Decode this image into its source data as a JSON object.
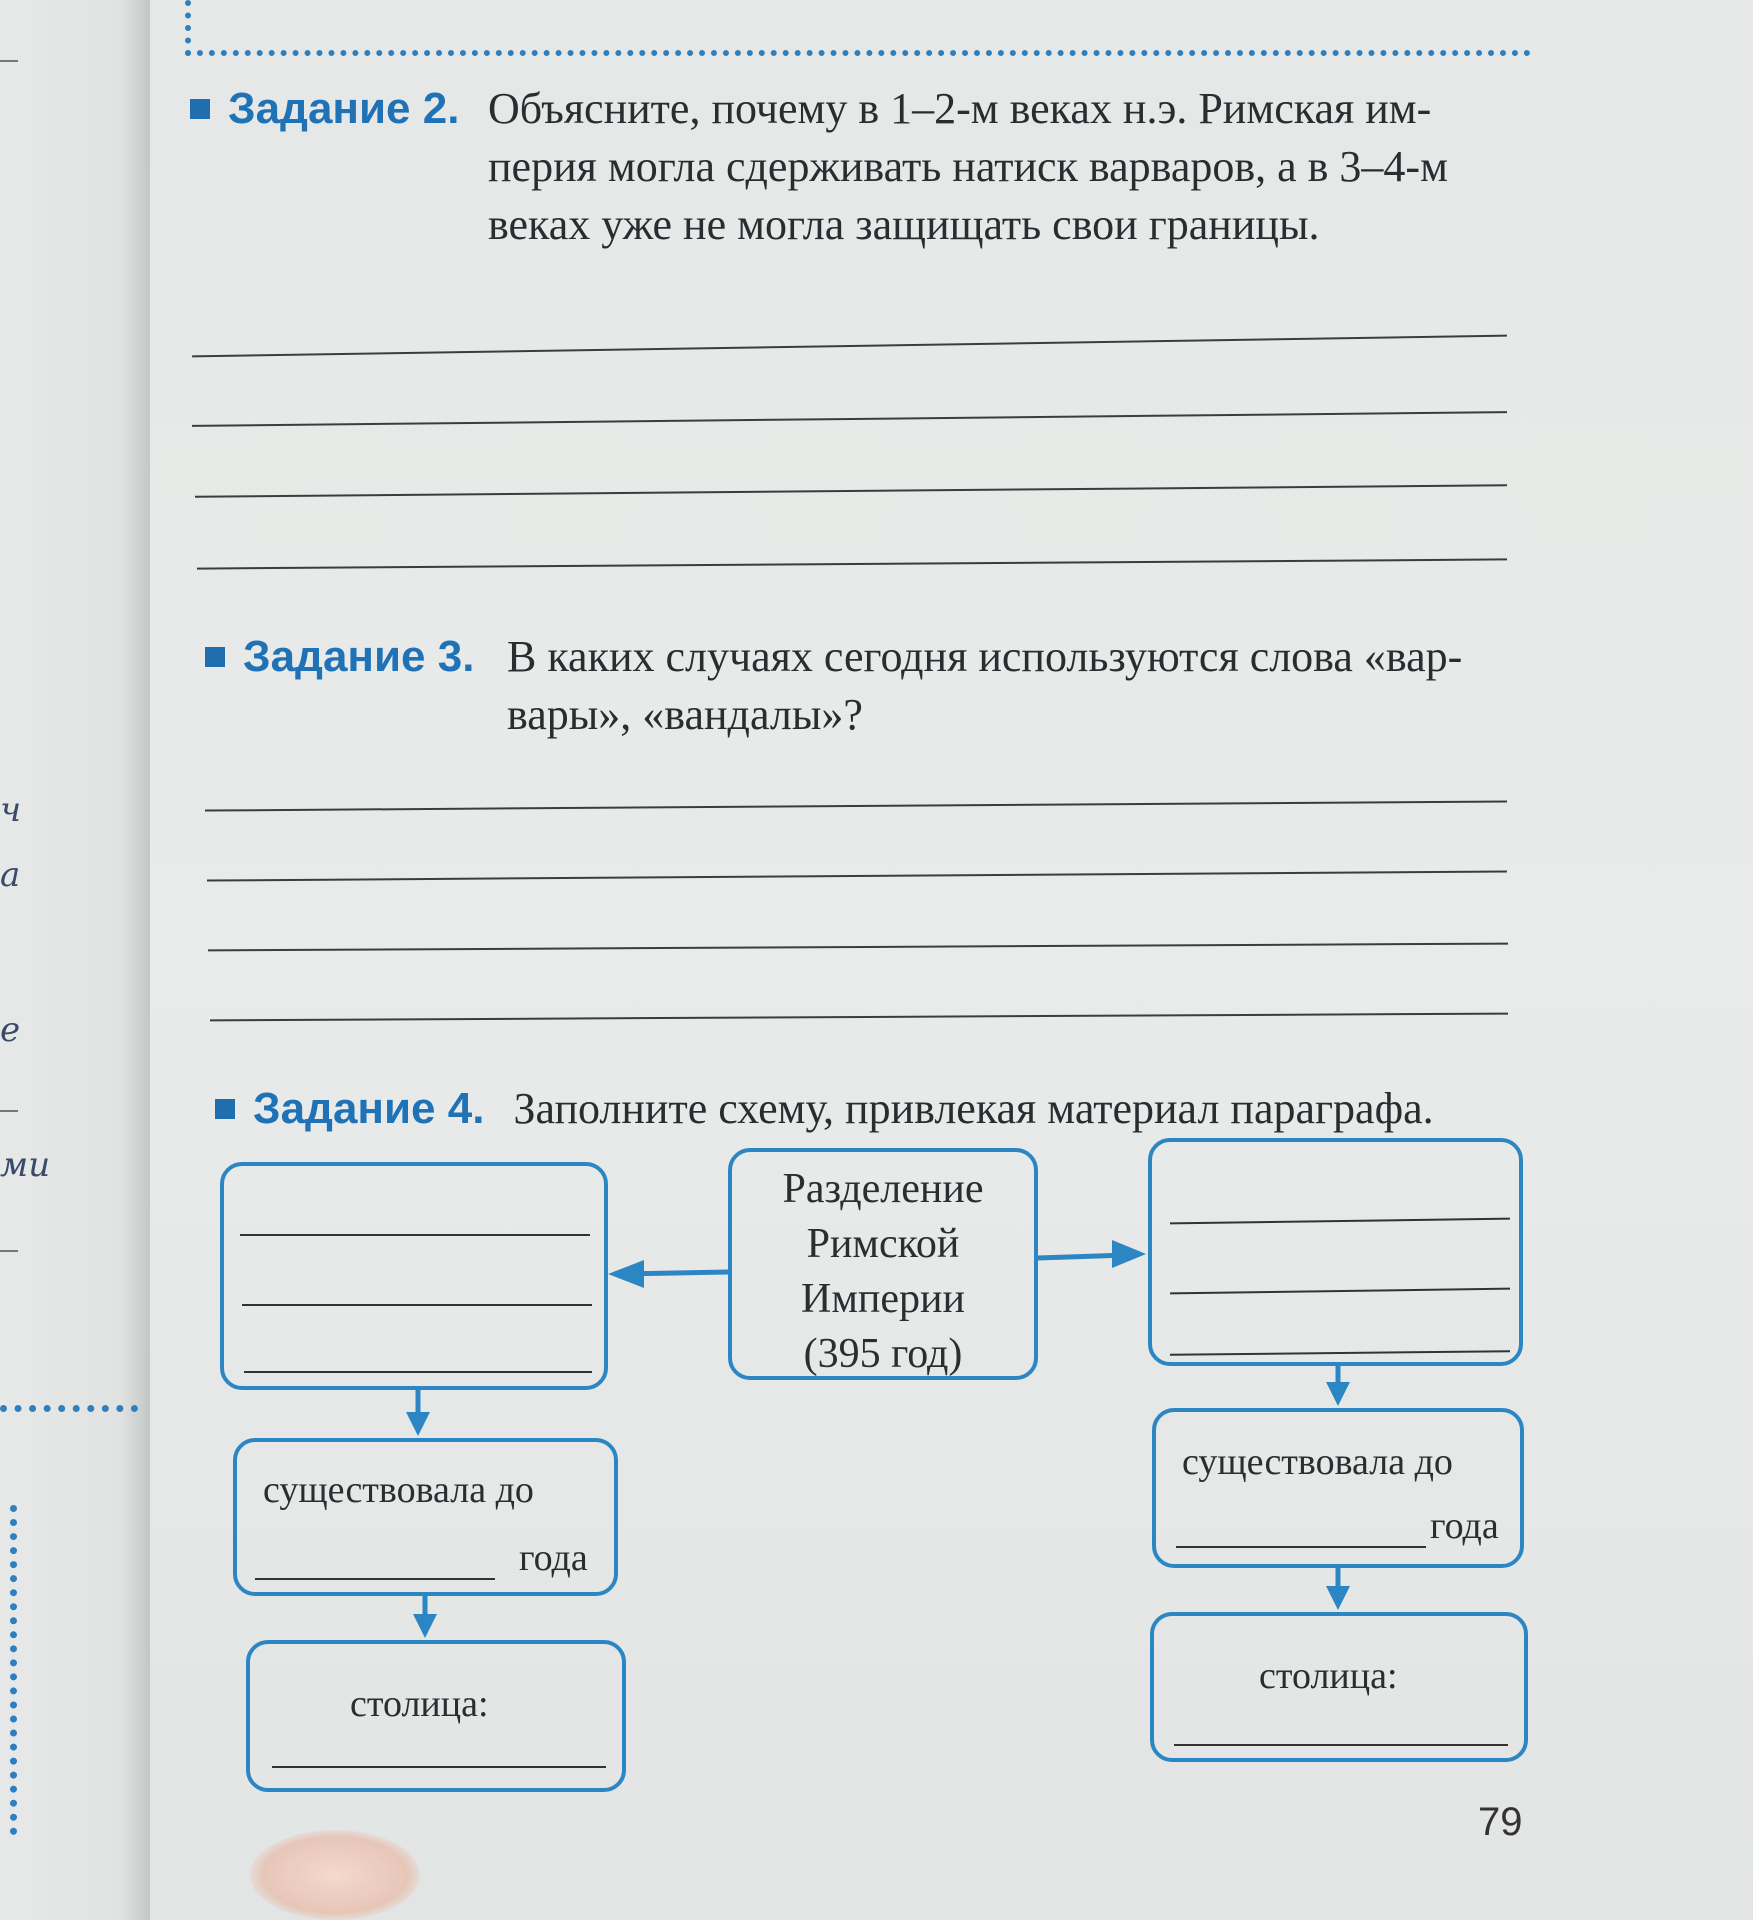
{
  "task2": {
    "label": "Задание 2.",
    "lines": [
      "Объясните, почему в 1–2-м веках н.э. Римская им-",
      "перия могла сдерживать натиск варваров, а в 3–4-м",
      "веках уже не могла защищать свои границы."
    ]
  },
  "task3": {
    "label": "Задание 3.",
    "lines": [
      "В каких случаях сегодня используются слова «вар-",
      "вары», «вандалы»?"
    ]
  },
  "task4": {
    "label": "Задание 4.",
    "text": "Заполните схему, привлекая материал параграфа."
  },
  "scheme": {
    "center": [
      "Разделение",
      "Римской",
      "Империи",
      "(395 год)"
    ],
    "left": {
      "existed": "существовала до",
      "year": "года",
      "capital": "столица:"
    },
    "right": {
      "existed": "существовала до",
      "year": "года",
      "capital": "столица:"
    }
  },
  "page_number": "79",
  "colors": {
    "accent": "#2d86c4",
    "label": "#1f72b6"
  }
}
